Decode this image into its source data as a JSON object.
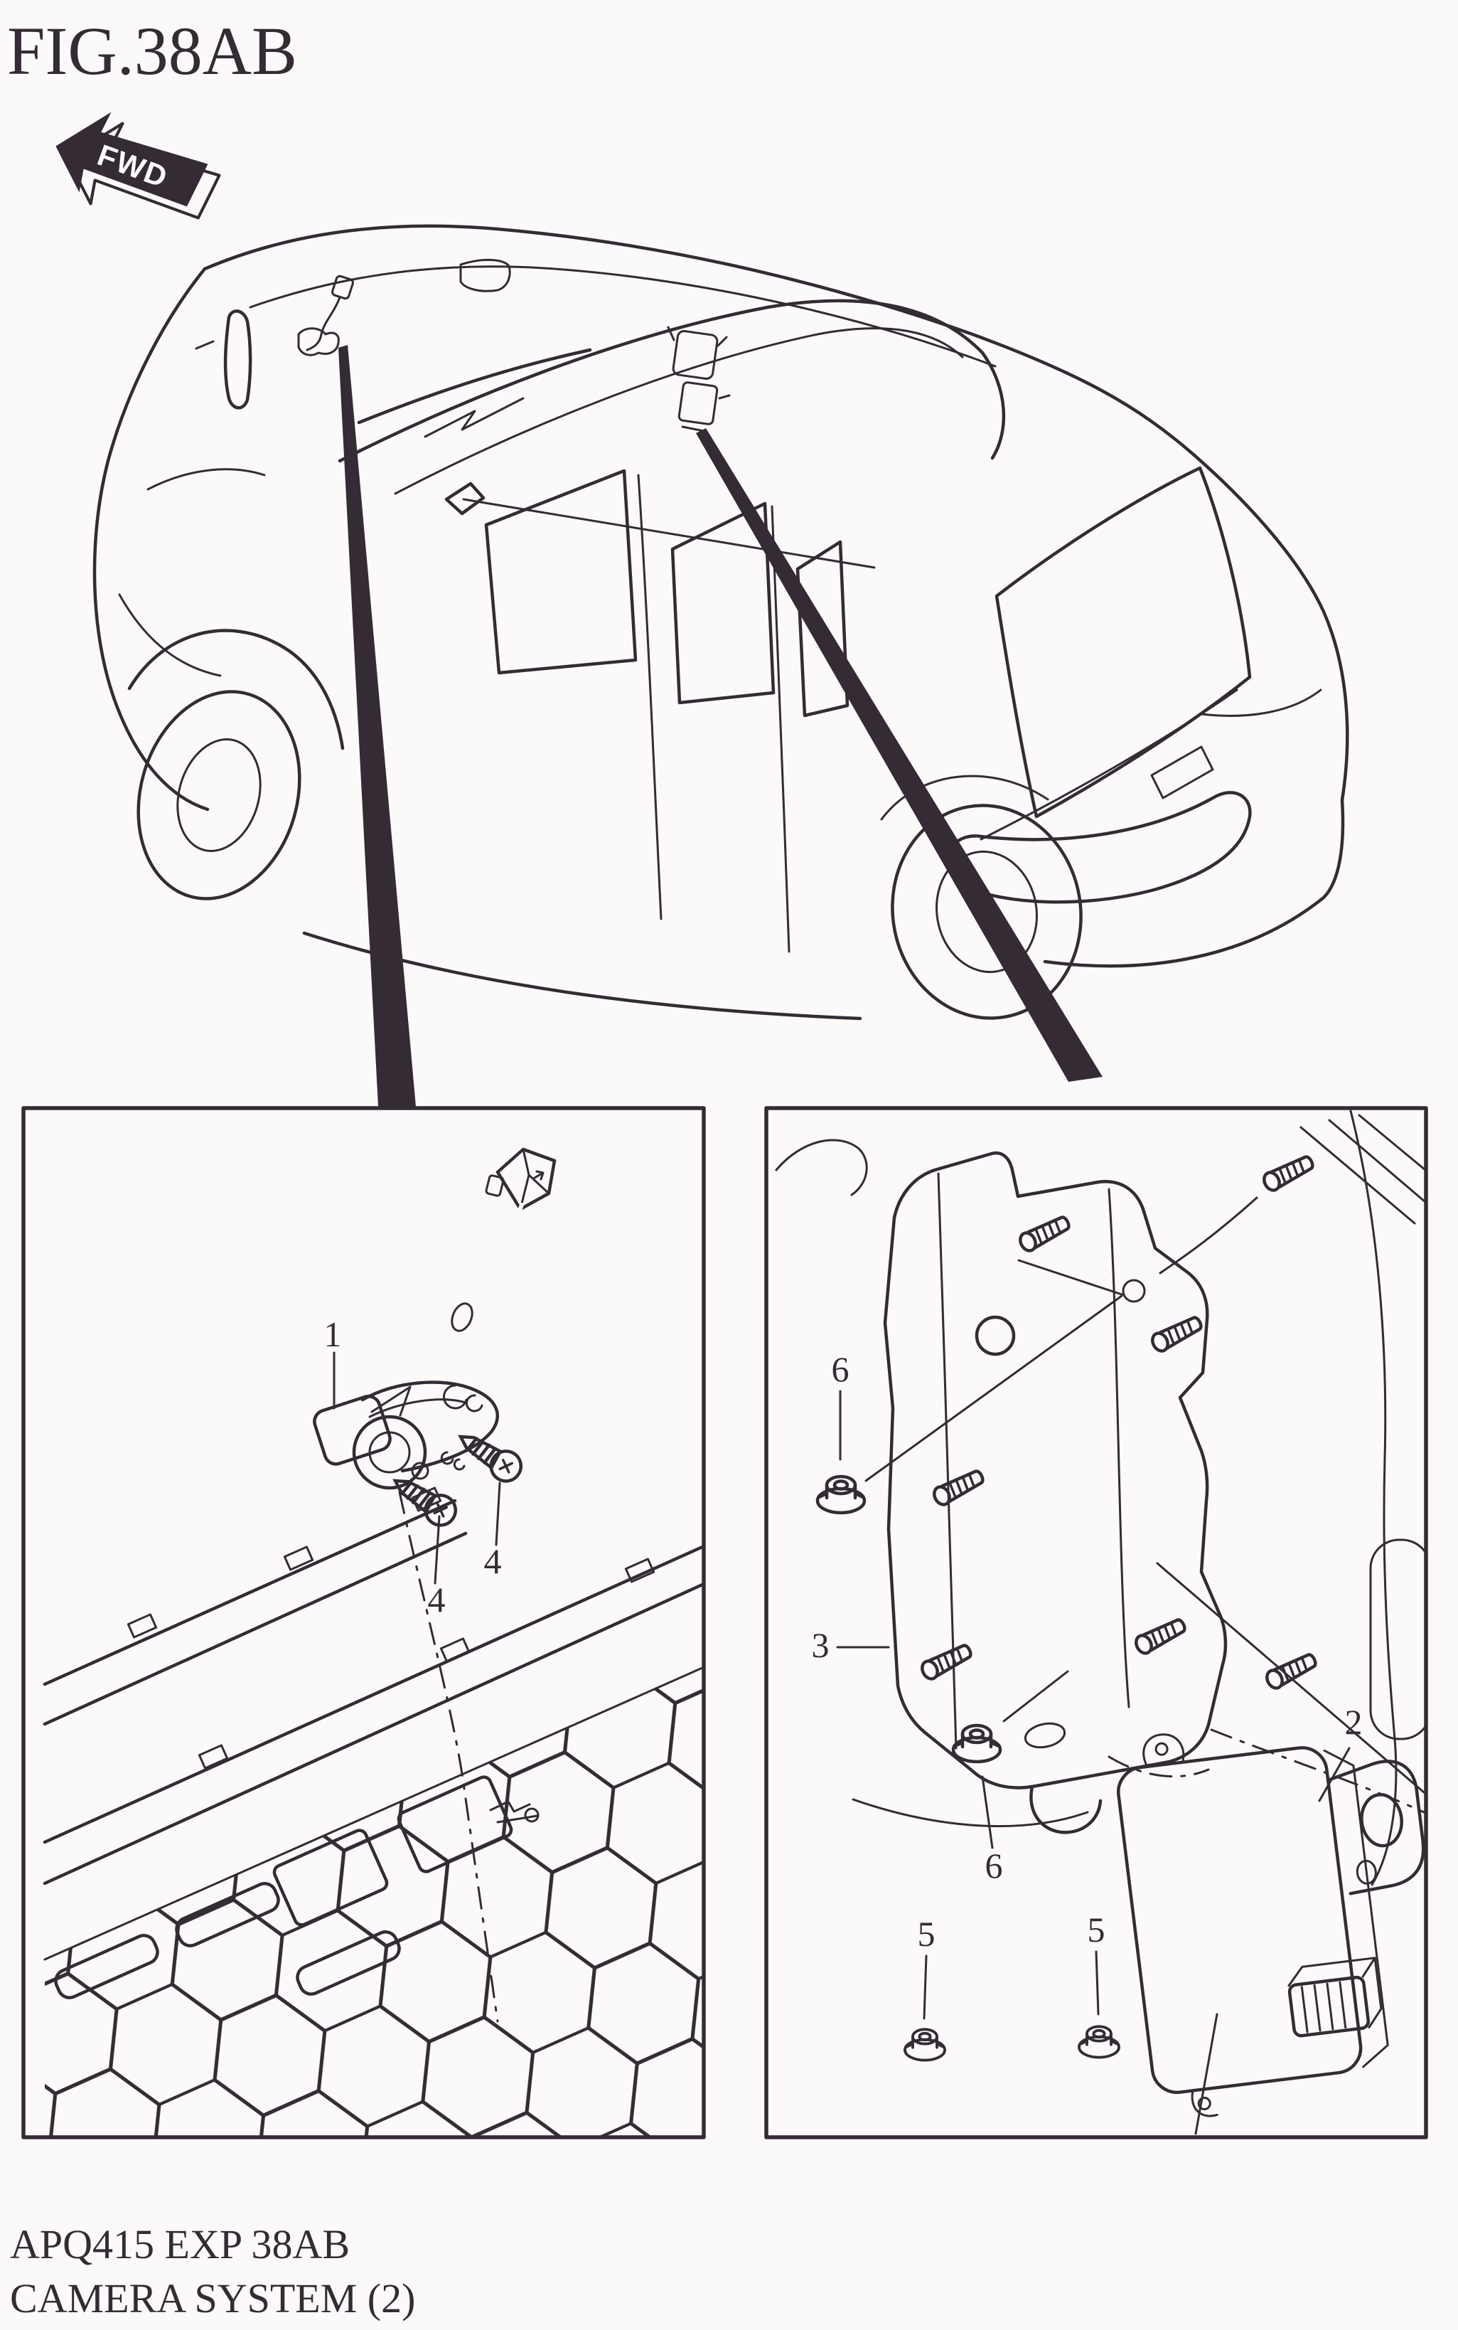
{
  "figure": {
    "title": "FIG.38AB",
    "footer": {
      "code": "APQ415 EXP 38AB",
      "caption": "CAMERA SYSTEM (2)"
    }
  },
  "orientation": {
    "fwd_label": "FWD"
  },
  "panels": {
    "left": {
      "callouts": [
        {
          "number": "1"
        },
        {
          "number": "4"
        },
        {
          "number": "4"
        }
      ]
    },
    "right": {
      "callouts": [
        {
          "number": "6"
        },
        {
          "number": "3"
        },
        {
          "number": "6"
        },
        {
          "number": "2"
        },
        {
          "number": "5"
        },
        {
          "number": "5"
        }
      ]
    }
  },
  "colors": {
    "line": "#342b34",
    "background": "#fbf9f9"
  }
}
